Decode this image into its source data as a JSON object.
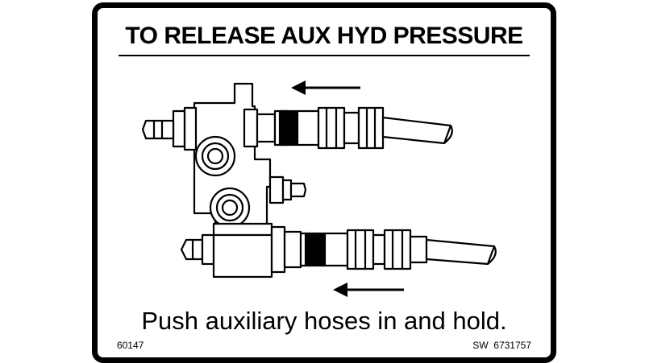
{
  "label": {
    "title": "TO RELEASE AUX HYD PRESSURE",
    "instruction": "Push auxiliary hoses in and hold.",
    "part_number_left": "60147",
    "part_number_right": "SW  6731757"
  },
  "diagram": {
    "arrows": [
      {
        "direction": "left"
      },
      {
        "direction": "left"
      }
    ],
    "icons": [
      "hydraulic-valve-block-icon",
      "upper-hose-coupler-icon",
      "lower-hose-coupler-icon",
      "push-direction-arrow-icon"
    ]
  }
}
